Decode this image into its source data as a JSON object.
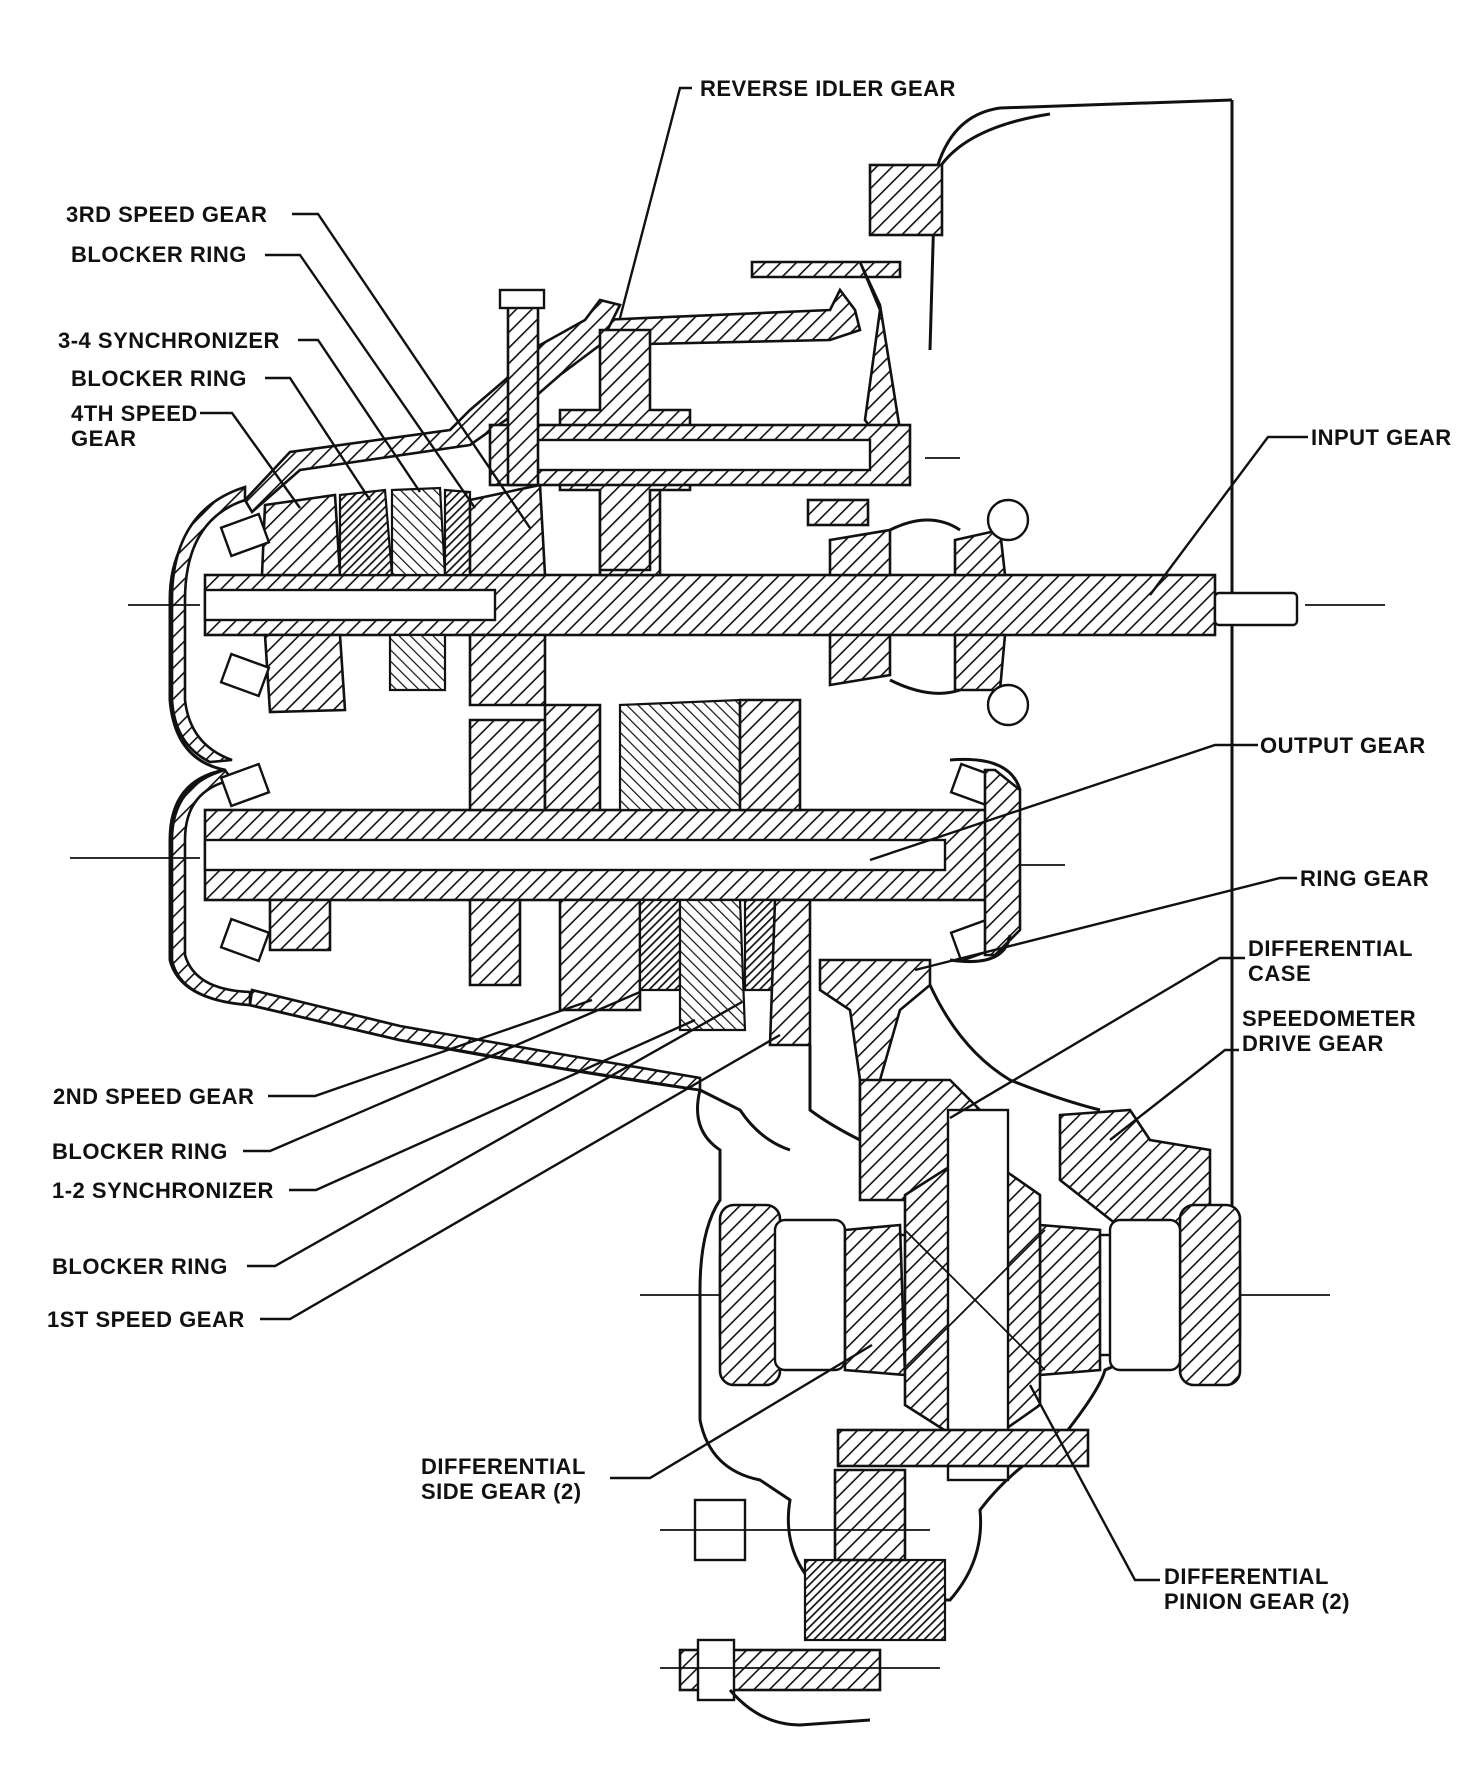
{
  "labels": {
    "reverse_idler_gear": "REVERSE IDLER GEAR",
    "third_speed_gear": "3RD  SPEED GEAR",
    "blocker_ring_upper_1": "BLOCKER RING",
    "synchronizer_3_4": "3-4 SYNCHRONIZER",
    "blocker_ring_upper_2": "BLOCKER RING",
    "fourth_speed_gear": "4TH SPEED\nGEAR",
    "input_gear": "INPUT GEAR",
    "output_gear": "OUTPUT GEAR",
    "ring_gear": "RING GEAR",
    "differential_case": "DIFFERENTIAL\nCASE",
    "speedometer_drive_gear": "SPEEDOMETER\nDRIVE GEAR",
    "second_speed_gear": "2ND SPEED GEAR",
    "blocker_ring_lower_1": "BLOCKER RING",
    "synchronizer_1_2": "1-2 SYNCHRONIZER",
    "blocker_ring_lower_2": "BLOCKER RING",
    "first_speed_gear": "1ST SPEED GEAR",
    "differential_side_gear": "DIFFERENTIAL\nSIDE GEAR (2)",
    "differential_pinion_gear": "DIFFERENTIAL\nPINION GEAR (2)"
  },
  "colors": {
    "ink": "#111111",
    "paper": "#ffffff"
  }
}
